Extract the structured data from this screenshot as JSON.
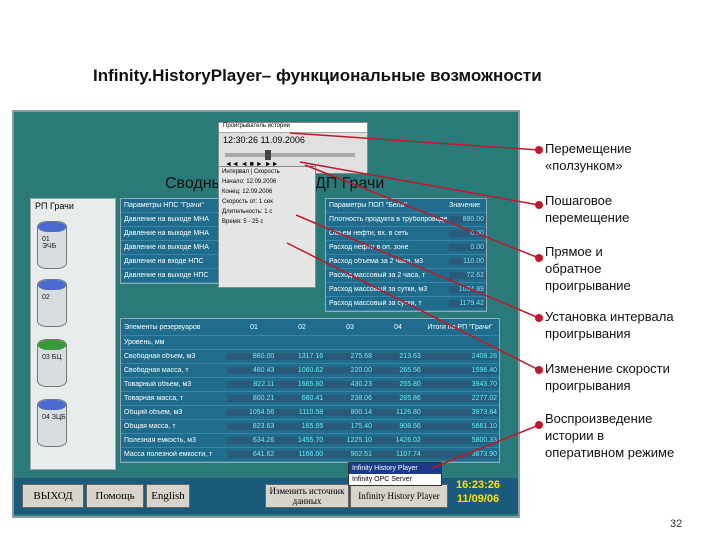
{
  "title": "Infinity.HistoryPlayer– функциональные возможности",
  "scada": {
    "title_left": "Сводны",
    "title_right": "ДП Грачи",
    "schem_header": "РП Грачи",
    "tanks": [
      "01 ЭЧБ",
      "02",
      "03 БЦ",
      "04 ЗЦБ"
    ]
  },
  "player": {
    "title": "Проигрыватель истории",
    "time": "12:30:26 11.09.2006",
    "buttons": "◄◄  ◄  ■  ►  ►►"
  },
  "settings": {
    "tab1": "Интервал",
    "tab2": "Скорость",
    "rows": [
      "Начало: 12.09.2006",
      "Конец: 12.09.2006",
      "Скорость от: 1 сек",
      "Длительность: 1 с",
      "Время: 5 - 25 с"
    ]
  },
  "tables": {
    "right_header": [
      "Параметры ПОП \"Бела\"",
      "Значение"
    ],
    "right_rows": [
      [
        "Плотность продукта в трубопроводе",
        "880.00"
      ],
      [
        "Объем нефти, вх. в сеть",
        "0.00"
      ],
      [
        "Расход нефти в оп. зоне",
        "0.00"
      ],
      [
        "Расход объема за 2 часа, м3",
        "110.00"
      ],
      [
        "Расход массовый за 2 часа, т",
        "72.62"
      ],
      [
        "Расход массовый за сутки, м3",
        "1034.89"
      ],
      [
        "Расход массовый за сутки, т",
        "1179.42"
      ]
    ],
    "left_header": "Параметры НПС \"Грачи\"",
    "left_rows": [
      "Давление на выходе МНА",
      "Давление на выходе МНА",
      "Давление на выходе МНА",
      "Давление на входе НПС",
      "Давление на выходе НПС"
    ],
    "bottom_header": [
      "Элементы резервуаров",
      "01",
      "02",
      "03",
      "04",
      "Итоги по РП \"Грачи\""
    ],
    "bottom_rows": [
      [
        "Уровень, мм",
        "",
        "",
        "",
        "",
        ""
      ],
      [
        "Свободная объем, м3",
        "880.00",
        "1317.16",
        "275.68",
        "213.63",
        "2408.28"
      ],
      [
        "Свободная масса, т",
        "480.43",
        "1060.62",
        "220.00",
        "265.56",
        "1596.40"
      ],
      [
        "Товарный объем, м3",
        "822.11",
        "1665.80",
        "430.23",
        "255.80",
        "3943.70"
      ],
      [
        "Товарная масса, т",
        "800.21",
        "660.41",
        "238.06",
        "285.86",
        "2277.02"
      ],
      [
        "Общий объем, м3",
        "1054.56",
        "1110.58",
        "800.14",
        "1126.80",
        "3973.84"
      ],
      [
        "Общая масса, т",
        "823.63",
        "165.55",
        "175.40",
        "908.66",
        "5661.10"
      ],
      [
        "Полезная емкость, м3",
        "634.26",
        "1455.70",
        "1225.10",
        "1426.02",
        "5800.33"
      ],
      [
        "Масса полезной емкости, т",
        "641.62",
        "1166.00",
        "902.51",
        "1107.74",
        "3873.90"
      ]
    ]
  },
  "bottom_bar": {
    "exit": "ВЫХОД",
    "help": "Помощь",
    "english": "English",
    "change_source": "Изменить источник данных",
    "hp": "Infinity History Player",
    "time": "16:23:26",
    "date": "11/09/06"
  },
  "menu": [
    "Infinity History Player",
    "Infinity OPC Server"
  ],
  "annotations": [
    "Перемещение «ползунком»",
    "Пошаговое перемещение",
    "Прямое и обратное проигрывание",
    "Установка интервала проигрывания",
    "Изменение скорости проигрывания",
    "Воспроизведение истории в оперативном режиме"
  ],
  "page_number": "32",
  "colors": {
    "accent": "#c0182a",
    "panel": "#2a7a7a",
    "value": "#5ff8ff"
  }
}
